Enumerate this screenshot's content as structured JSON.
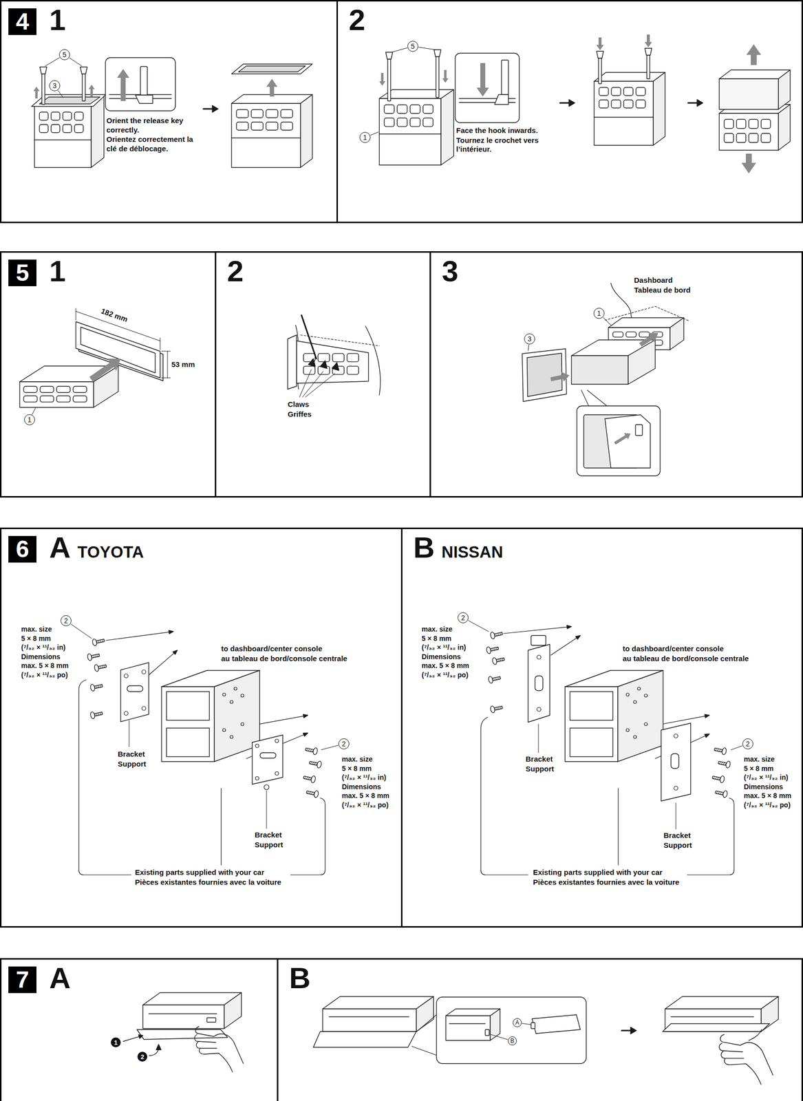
{
  "diagram": {
    "nodes": [
      {
        "text": [
          "1"
        ]
      },
      {
        "text": [
          "4"
        ],
        "in": 0
      },
      {
        "text": [
          "5"
        ],
        "in": 0
      },
      {
        "text": [
          "3"
        ],
        "in": 0
      },
      {
        "text": [
          "2"
        ]
      },
      {
        "text": [
          "5"
        ],
        "in": 4
      },
      {
        "text": [
          "1"
        ],
        "in": 4
      },
      {
        "text": [
          "1"
        ]
      },
      {
        "text": [
          "5"
        ],
        "in": 7
      },
      {
        "text": [
          "1"
        ],
        "in": 7
      },
      {
        "text": [
          "2"
        ]
      },
      {
        "text": [
          "3"
        ]
      },
      {
        "text": [
          "1"
        ],
        "in": 11
      },
      {
        "text": [
          "3"
        ],
        "in": 11
      },
      {
        "text": [
          "A",
          "TOYOTA"
        ]
      },
      {
        "text": [
          "6"
        ],
        "in": 14
      },
      {
        "text": [
          "2"
        ],
        "in": 14
      },
      {
        "text": [
          "2"
        ],
        "in": 14
      },
      {
        "text": [
          "B",
          "NISSAN"
        ]
      },
      {
        "text": [
          "2"
        ],
        "in": 18
      },
      {
        "text": [
          "2"
        ],
        "in": 18
      },
      {
        "text": [
          "A"
        ]
      },
      {
        "text": [
          "7"
        ],
        "in": 21
      },
      {
        "text": [
          "1"
        ],
        "in": 21
      },
      {
        "text": [
          "2"
        ],
        "in": 21
      },
      {
        "text": [
          "B"
        ]
      },
      {
        "text": [
          "A"
        ],
        "in": 25
      },
      {
        "text": [
          "B"
        ],
        "in": 25
      }
    ],
    "labels": [
      "Orient the release key correctly.",
      "Orientez correctement la clé de déblocage.",
      "Face the hook inwards.",
      "Tournez le crochet vers l’intérieur.",
      "182 mm",
      "53 mm",
      "Claws",
      "Griffes",
      "Dashboard",
      "Tableau de bord",
      "max. size",
      "5 × 8 mm",
      "(⁷/₃₂ × ¹¹/₃₂ in)",
      "Dimensions",
      "max. 5 × 8 mm",
      "(⁷/₃₂ × ¹¹/₃₂ po)",
      "to dashboard/center console",
      "au tableau de bord/console centrale",
      "Bracket",
      "Support",
      "max. size",
      "5 × 8 mm",
      "(⁷/₃₂ × ¹¹/₃₂ in)",
      "Dimensions",
      "max. 5 × 8 mm",
      "(⁷/₃₂ × ¹¹/₃₂ po)",
      "Bracket",
      "Support",
      "Existing parts supplied with your car",
      "Pièces existantes fournies avec la voiture",
      "max. size",
      "5 × 8 mm",
      "(⁷/₃₂ × ¹¹/₃₂ in)",
      "Dimensions",
      "max. 5 × 8 mm",
      "(⁷/₃₂ × ¹¹/₃₂ po)",
      "to dashboard/center console",
      "au tableau de bord/console centrale",
      "Bracket",
      "Support",
      "max. size",
      "5 × 8 mm",
      "(⁷/₃₂ × ¹¹/₃₂ in)",
      "Dimensions",
      "max. 5 × 8 mm",
      "(⁷/₃₂ × ¹¹/₃₂ po)",
      "Bracket",
      "Support",
      "Existing parts supplied with your car",
      "Pièces existantes fournies avec la voiture"
    ]
  }
}
